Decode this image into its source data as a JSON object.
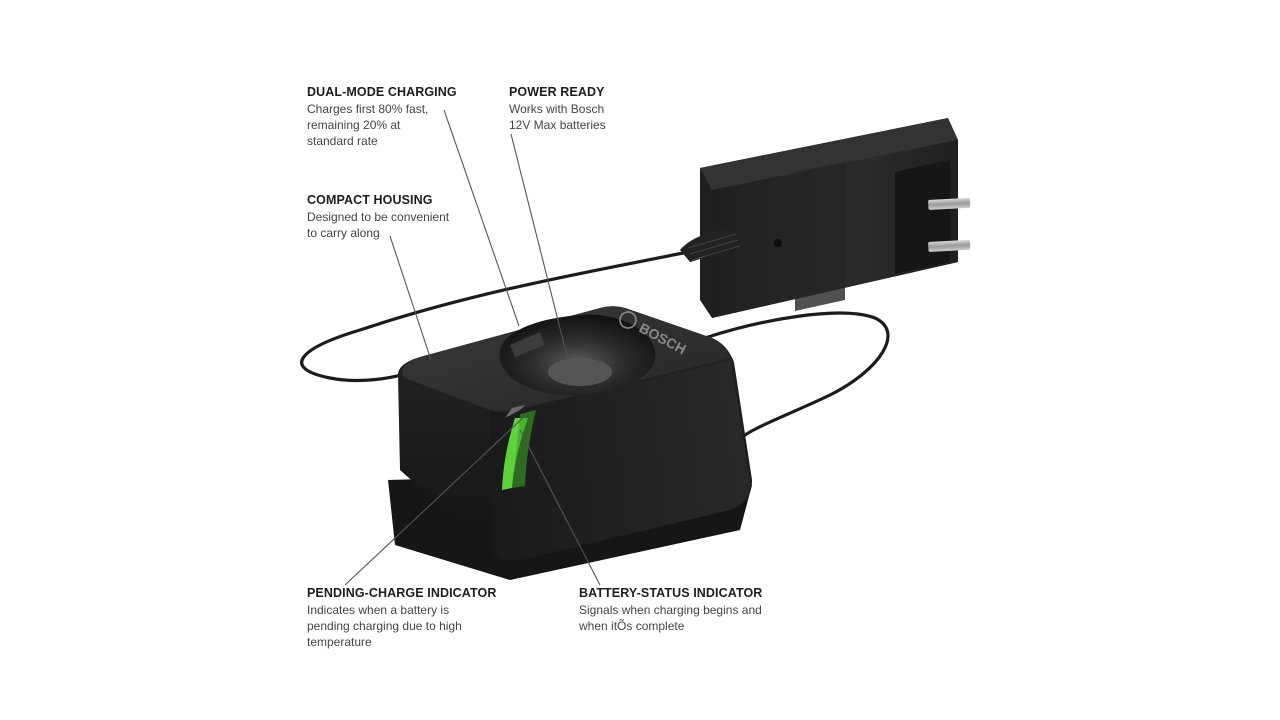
{
  "brand": {
    "logo_text": "BOSCH"
  },
  "colors": {
    "background": "#ffffff",
    "housing": "#1e1e1e",
    "indicator_green": "#5fd13c",
    "leader_line": "#555555"
  },
  "callouts": {
    "dual_mode": {
      "title": "DUAL-MODE CHARGING",
      "body": "Charges first 80% fast,\nremaining 20% at\nstandard rate"
    },
    "power_ready": {
      "title": "POWER READY",
      "body": "Works with Bosch\n12V Max batteries"
    },
    "compact_housing": {
      "title": "COMPACT HOUSING",
      "body": "Designed to be convenient\nto carry along"
    },
    "pending_charge": {
      "title": "PENDING-CHARGE INDICATOR",
      "body": "Indicates when a battery is\npending charging due to high\ntemperature"
    },
    "battery_status": {
      "title": "BATTERY-STATUS INDICATOR",
      "body": "Signals when charging begins and\nwhen itÕs complete"
    }
  }
}
